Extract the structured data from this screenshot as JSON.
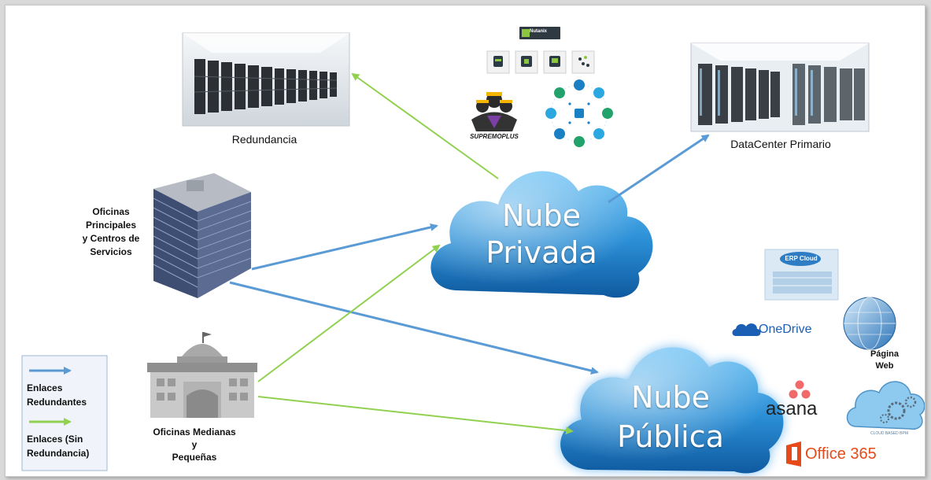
{
  "labels": {
    "redundancia": "Redundancia",
    "datacenter": "DataCenter Primario",
    "oficinas_principales": [
      "Oficinas",
      "Principales",
      "y Centros de",
      "Servicios"
    ],
    "oficinas_medianas": [
      "Oficinas Medianas",
      "y",
      "Pequeñas"
    ]
  },
  "clouds": {
    "privada": [
      "Nube",
      "Privada"
    ],
    "publica": [
      "Nube",
      "Pública"
    ]
  },
  "legend": {
    "redundant": [
      "Enlaces",
      "Redundantes"
    ],
    "non_redundant": [
      "Enlaces (Sin",
      "Redundancia)"
    ]
  },
  "services": {
    "nutanix": "Nutanix",
    "supremo_brand": "SUPREMOPLUS",
    "erp_cloud": "ERP Cloud",
    "onedrive": "OneDrive",
    "pagina_web": [
      "Página",
      "Web"
    ],
    "asana": "asana",
    "cloud_bpm": "CLOUD BASED BPM",
    "office365": "Office 365"
  },
  "colors": {
    "redundant_link": "#5b9bd5",
    "non_redundant_link": "#92d050",
    "cloud": "#1f78c1",
    "office_red": "#e64a19"
  }
}
